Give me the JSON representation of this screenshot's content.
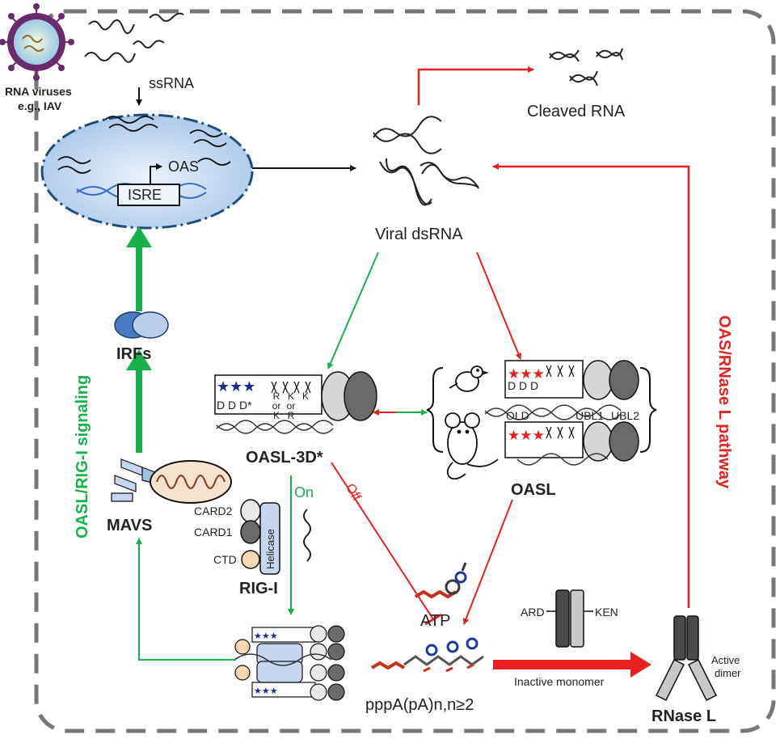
{
  "labels": {
    "virus": [
      "RNA viruses",
      "e.g., IAV"
    ],
    "ssrna": "ssRNA",
    "oas": "OAS",
    "isre": "ISRE",
    "cleaved_rna": "Cleaved RNA",
    "viral_dsrna": "Viral dsRNA",
    "irfs": "IRFs",
    "mavs": "MAVS",
    "oasl3d": "OASL-3D*",
    "oasl": "OASL",
    "rigi": "RIG-I",
    "card2": "CARD2",
    "card1": "CARD1",
    "helicase": "Helicase",
    "ctd": "CTD",
    "on": "On",
    "off": "Off",
    "atp": "ATP",
    "pppa": "pppA(pA)n,n≥2",
    "inactive_monomer": "Inactive monomer",
    "ard": "ARD",
    "ken": "KEN",
    "active_dimer": [
      "Active",
      "dimer"
    ],
    "rnase_l": "RNase L",
    "left_pathway": "OASL/RIG-I signaling",
    "right_pathway": "OAS/RNase L pathway",
    "old": "OLD",
    "ubl1": "UBL1",
    "ubl2": "UBL2",
    "ddd_star": "D D D*",
    "dd_d": "D D  D",
    "rk_col1": [
      "R",
      "or",
      "K"
    ],
    "rk_col2": [
      "K",
      "or",
      "R"
    ],
    "rk_col3": [
      "K"
    ]
  },
  "colors": {
    "red": "#e8201e",
    "green": "#17b14b",
    "blue_star": "#1a2a9c",
    "red_star": "#e8201e",
    "nucleus": "#c9dcf2",
    "helicase_box": "#c6d6ee"
  },
  "icons": [
    "virus-icon",
    "dsrna-icon",
    "mitochondrion-icon",
    "mouse-icon",
    "bird-icon",
    "atp-molecule-icon",
    "nucleus-icon"
  ]
}
